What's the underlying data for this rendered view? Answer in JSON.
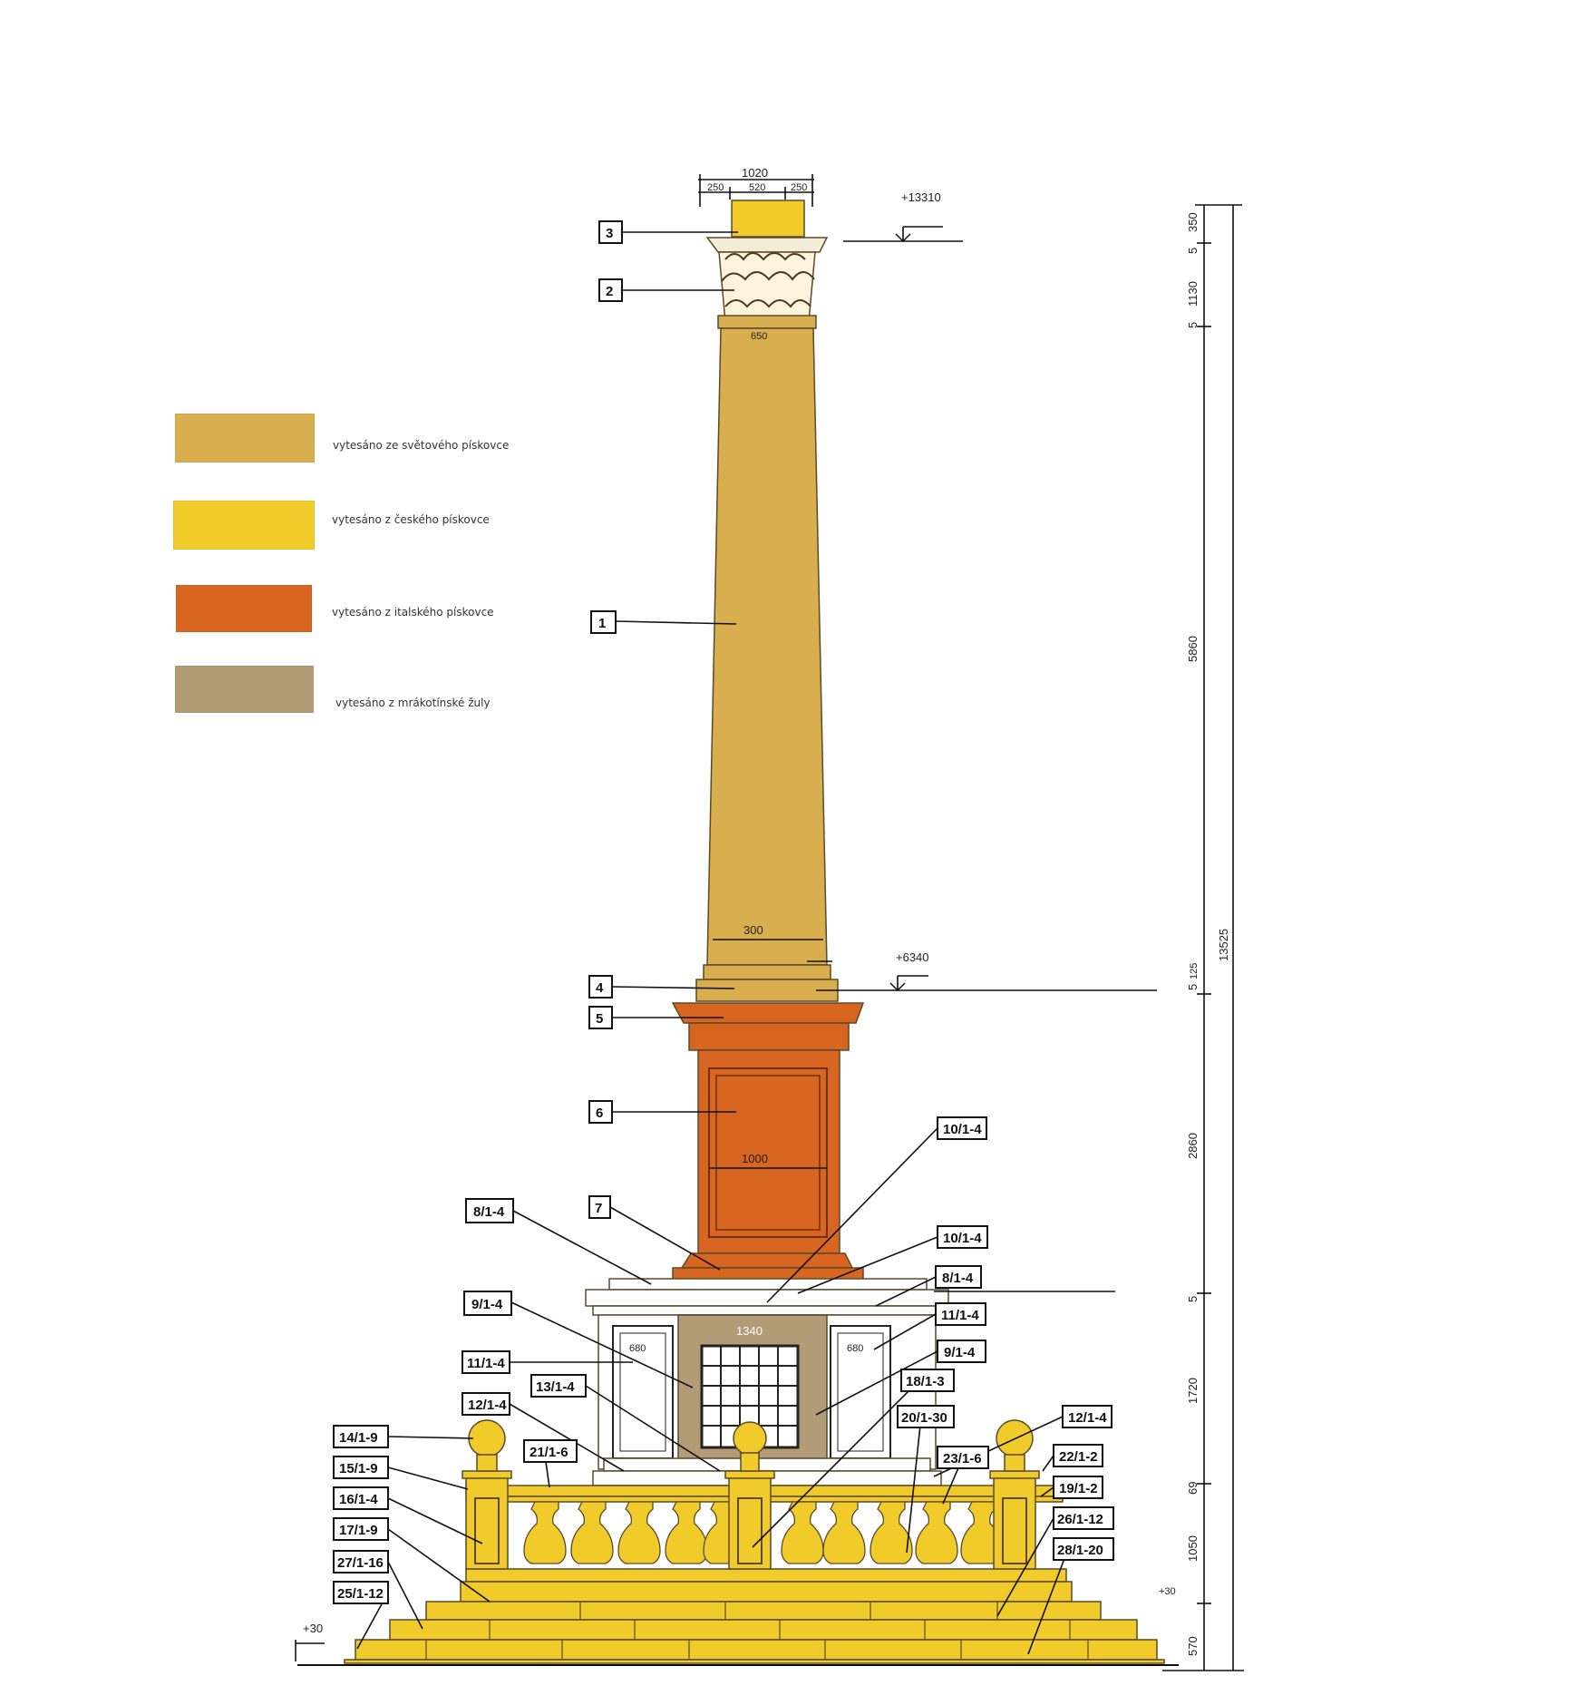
{
  "legend": [
    {
      "label": "vytesáno ze světového pískovce",
      "color": "#D8AE4E"
    },
    {
      "label": "vytesáno z českého pískovce",
      "color": "#F1CB2A"
    },
    {
      "label": "vytesáno z italského pískovce",
      "color": "#D86520"
    },
    {
      "label": "vytesáno z mrákotínské žuly",
      "color": "#B39B78"
    }
  ],
  "top_dims": {
    "total": "1020",
    "left": "250",
    "mid": "520",
    "right": "250"
  },
  "levels": {
    "top": "+13310",
    "mid": "+6340",
    "base_step": "+30",
    "right_step": "+30"
  },
  "right_dims": [
    "350",
    "5",
    "1130",
    "5",
    "5860",
    "5",
    "125",
    "2860",
    "5",
    "1720",
    "69",
    "1050",
    "570"
  ],
  "total_dim": "13525",
  "inline_dims": {
    "shaft_top": "650",
    "shaft_bottom": "300",
    "pedestal": "1000",
    "base": "1340",
    "panel_left": "680",
    "panel_right": "680"
  },
  "tags": {
    "t3": "3",
    "t2": "2",
    "t1": "1",
    "t4": "4",
    "t5": "5",
    "t6": "6",
    "t7": "7",
    "t_10_1_4_a": "10/1-4",
    "t_8_1_4_a": "8/1-4",
    "t_10_1_4_b": "10/1-4",
    "t_8_1_4_b": "8/1-4",
    "t_9_1_4_a": "9/1-4",
    "t_11_1_4_b": "11/1-4",
    "t_11_1_4_a": "11/1-4",
    "t_9_1_4_b": "9/1-4",
    "t_13_1_4": "13/1-4",
    "t_18_1_3": "18/1-3",
    "t_12_1_4_a": "12/1-4",
    "t_20_1_30": "20/1-30",
    "t_12_1_4_b": "12/1-4",
    "t_14_1_9": "14/1-9",
    "t_21_1_6": "21/1-6",
    "t_23_1_6": "23/1-6",
    "t_22_1_2": "22/1-2",
    "t_15_1_9": "15/1-9",
    "t_19_1_2": "19/1-2",
    "t_16_1_4": "16/1-4",
    "t_26_1_12": "26/1-12",
    "t_17_1_9": "17/1-9",
    "t_28_1_20": "28/1-20",
    "t_27_1_16": "27/1-16",
    "t_25_1_12": "25/1-12"
  }
}
